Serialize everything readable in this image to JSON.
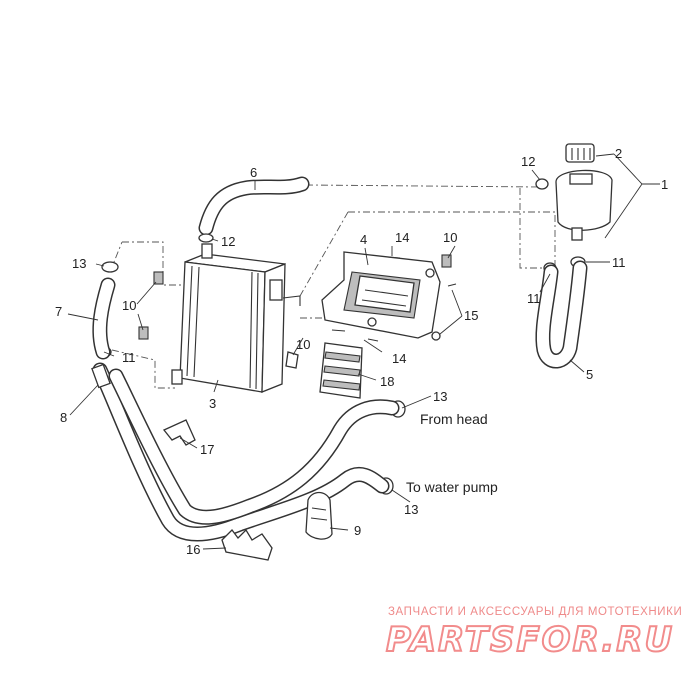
{
  "diagram": {
    "callouts": {
      "c1": "1",
      "c2": "2",
      "c3": "3",
      "c4": "4",
      "c5": "5",
      "c6": "6",
      "c7": "7",
      "c8": "8",
      "c9": "9",
      "c10a": "10",
      "c10b": "10",
      "c10c": "10",
      "c11a": "11",
      "c11b": "11",
      "c11c": "11",
      "c12a": "12",
      "c12b": "12",
      "c13a": "13",
      "c13b": "13",
      "c13c": "13",
      "c14a": "14",
      "c14b": "14",
      "c15": "15",
      "c16": "16",
      "c17": "17",
      "c18": "18"
    },
    "notes": {
      "from_head": "From head",
      "to_water_pump": "To water pump"
    }
  },
  "watermark": {
    "caption": "ЗАПЧАСТИ И АКСЕССУАРЫ ДЛЯ МОТОТЕХНИКИ",
    "logo": "PARTSFOR.RU",
    "color": "#f28c8c"
  }
}
